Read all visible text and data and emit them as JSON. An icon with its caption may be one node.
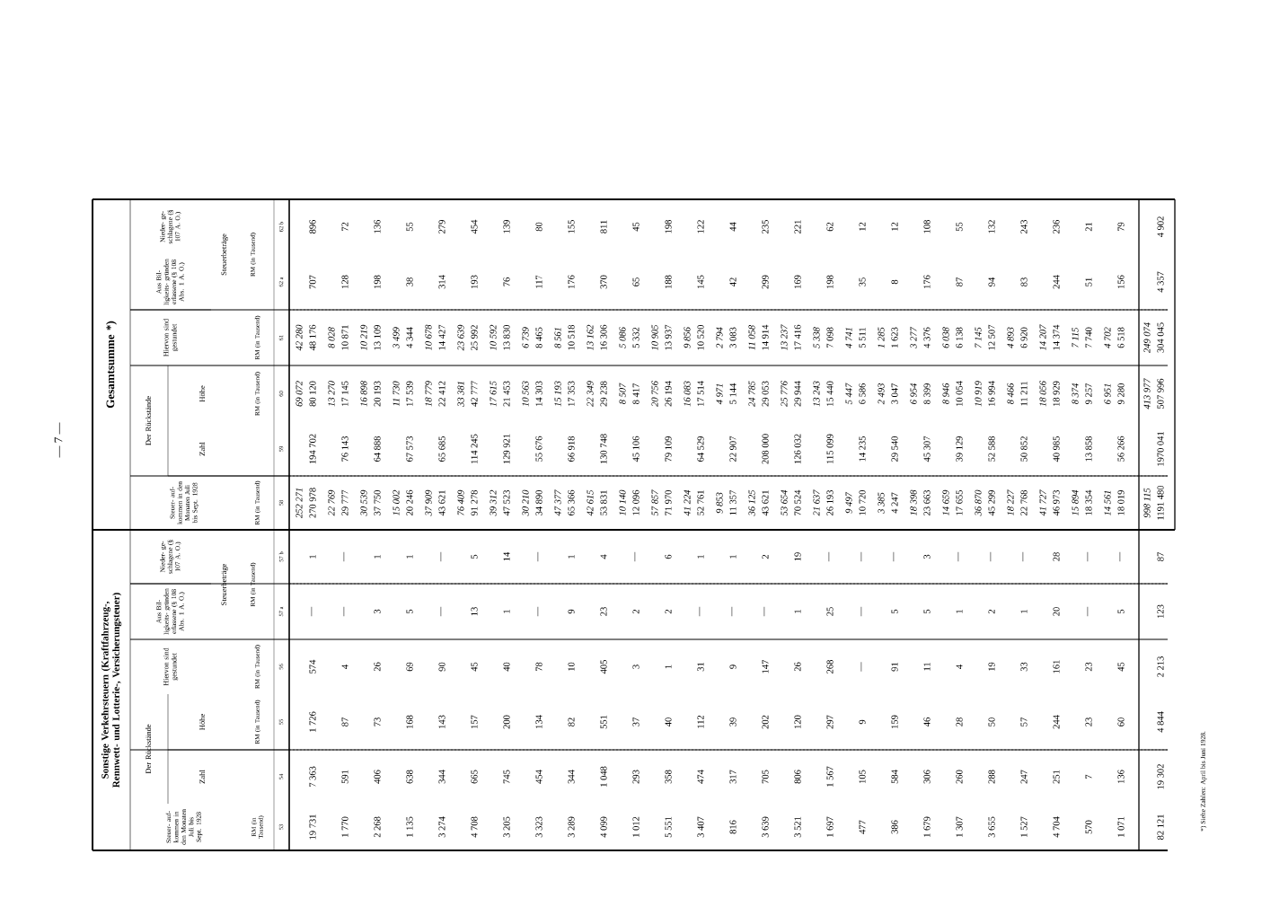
{
  "diagram": {
    "labels": [
      "— 7 —",
      "Sonstige Verkehrsteuern (Kraftfahrzeug-, Rennwett- und Lotterie-, Versicherungsteuer)",
      "Gesamtsumme *)",
      "Steuer- auf- kommen in den Monaten Juli bis Sept. 1928",
      "RM (in Tausend)",
      "Der Rückstände",
      "Zahl",
      "Höhe",
      "RM (in Tausend)",
      "Hiervon sind gestundet",
      "RM (in Tausend)",
      "Aus Bil- ligkeits- gründen erlassene (§ 108 Abs. 1 A. O.)",
      "Nieder- ge- schlagene (§ 107 A. O.)",
      "Steuerbeträge",
      "RM (in Tausend)",
      "53",
      "54",
      "55",
      "56",
      "57 a",
      "57 b",
      "Steuer- auf- kommen in den Monaten Juli bis Sept. 1928",
      "RM (in Tausend)",
      "Der Rückstände",
      "Zahl",
      "Höhe",
      "RM (in Tausend)",
      "Hiervon sind gestundet",
      "RM (in Tausend)",
      "Aus Bil- ligkeits- gründen erlassene (§ 108 Abs. 1 A. O.)",
      "Nieder- ge- schlagene (§ 107 A. O.)",
      "Steuerbeträge",
      "RM (in Tausend)",
      "58",
      "59",
      "60",
      "61",
      "62 a",
      "62 b",
      "19 731",
      "7 363",
      "1 726",
      "574",
      "—",
      "1",
      "252 271",
      "270 978",
      "194 702",
      "69 072",
      "80 120",
      "42 280",
      "48 176",
      "707",
      "896",
      "1 770",
      "591",
      "87",
      "4",
      "—",
      "—",
      "22 769",
      "29 777",
      "76 143",
      "13 270",
      "17 145",
      "8 028",
      "10 871",
      "128",
      "72",
      "2 268",
      "406",
      "73",
      "26",
      "3",
      "1",
      "30 539",
      "37 750",
      "64 888",
      "16 898",
      "20 193",
      "10 219",
      "13 109",
      "198",
      "136",
      "1 135",
      "638",
      "168",
      "69",
      "5",
      "1",
      "15 002",
      "20 246",
      "67 573",
      "11 730",
      "17 539",
      "3 499",
      "4 344",
      "38",
      "55",
      "3 274",
      "344",
      "143",
      "90",
      "—",
      "—",
      "37 909",
      "43 621",
      "65 685",
      "18 779",
      "22 412",
      "10 678",
      "14 427",
      "314",
      "279",
      "4 708",
      "665",
      "157",
      "45",
      "13",
      "5",
      "76 409",
      "91 278",
      "114 245",
      "33 381",
      "42 777",
      "23 639",
      "25 992",
      "193",
      "454",
      "3 205",
      "745",
      "200",
      "40",
      "1",
      "14",
      "39 312",
      "47 523",
      "129 921",
      "17 615",
      "21 453",
      "10 592",
      "13 830",
      "76",
      "139",
      "3 323",
      "454",
      "134",
      "78",
      "—",
      "—",
      "30 210",
      "34 890",
      "55 676",
      "10 563",
      "14 303",
      "6 739",
      "8 465",
      "117",
      "80",
      "3 289",
      "344",
      "82",
      "10",
      "9",
      "1",
      "47 377",
      "65 366",
      "66 918",
      "15 193",
      "17 353",
      "8 561",
      "10 518",
      "176",
      "155",
      "4 099",
      "1 048",
      "551",
      "405",
      "23",
      "4",
      "42 615",
      "53 831",
      "130 748",
      "22 349",
      "29 238",
      "13 162",
      "16 306",
      "370",
      "811",
      "1 012",
      "293",
      "37",
      "3",
      "2",
      "—",
      "10 140",
      "12 096",
      "45 106",
      "8 507",
      "8 417",
      "5 086",
      "5 332",
      "65",
      "45",
      "5 551",
      "358",
      "40",
      "1",
      "2",
      "6",
      "57 857",
      "71 970",
      "79 109",
      "20 756",
      "26 194",
      "10 905",
      "13 937",
      "188",
      "198",
      "3 407",
      "474",
      "112",
      "31",
      "—",
      "1",
      "41 224",
      "52 761",
      "64 529",
      "16 083",
      "17 514",
      "9 856",
      "10 520",
      "145",
      "122",
      "816",
      "317",
      "39",
      "9",
      "—",
      "1",
      "9 853",
      "11 357",
      "22 907",
      "4 971",
      "5 144",
      "2 794",
      "3 083",
      "42",
      "44",
      "3 639",
      "705",
      "202",
      "147",
      "—",
      "2",
      "36 125",
      "43 621",
      "208 000",
      "24 785",
      "29 053",
      "11 058",
      "14 914",
      "299",
      "235",
      "3 521",
      "806",
      "120",
      "26",
      "1",
      "19",
      "53 654",
      "70 524",
      "126 032",
      "25 776",
      "29 944",
      "13 237",
      "17 416",
      "169",
      "221",
      "1 697",
      "1 567",
      "297",
      "268",
      "25",
      "—",
      "21 637",
      "26 193",
      "115 099",
      "13 243",
      "15 440",
      "5 338",
      "7 098",
      "198",
      "62",
      "477",
      "105",
      "9",
      "—",
      "—",
      "—",
      "9 497",
      "10 720",
      "14 235",
      "5 447",
      "6 586",
      "4 741",
      "5 511",
      "35",
      "12",
      "386",
      "584",
      "159",
      "91",
      "5",
      "—",
      "3 385",
      "4 247",
      "29 540",
      "2 493",
      "3 047",
      "1 285",
      "1 623",
      "8",
      "12",
      "1 679",
      "306",
      "46",
      "11",
      "5",
      "3",
      "18 398",
      "23 663",
      "45 307",
      "6 954",
      "8 399",
      "3 277",
      "4 376",
      "176",
      "108",
      "1 307",
      "260",
      "28",
      "4",
      "1",
      "—",
      "14 659",
      "17 655",
      "39 129",
      "8 946",
      "10 054",
      "6 038",
      "6 138",
      "87",
      "55",
      "3 655",
      "288",
      "50",
      "19",
      "2",
      "—",
      "36 870",
      "45 299",
      "52 588",
      "10 919",
      "16 994",
      "7 145",
      "12 507",
      "94",
      "132",
      "1 527",
      "247",
      "57",
      "33",
      "1",
      "—",
      "18 227",
      "22 768",
      "50 852",
      "8 466",
      "11 211",
      "4 893",
      "6 920",
      "83",
      "243",
      "4 704",
      "251",
      "244",
      "161",
      "20",
      "28",
      "41 727",
      "46 973",
      "40 985",
      "18 056",
      "18 929",
      "14 207",
      "14 374",
      "244",
      "236",
      "570",
      "7",
      "23",
      "23",
      "—",
      "—",
      "15 894",
      "18 354",
      "13 858",
      "8 374",
      "9 257",
      "7 115",
      "7 740",
      "51",
      "21",
      "1 071",
      "136",
      "60",
      "45",
      "5",
      "—",
      "14 561",
      "18 019",
      "56 266",
      "6 951",
      "9 280",
      "4 702",
      "6 518",
      "156",
      "79",
      "82 121",
      "19 302",
      "4 844",
      "2 213",
      "123",
      "87",
      "998 115",
      "1191 480",
      "1970 041",
      "413 977",
      "507 996",
      "249 074",
      "304 045",
      "4 357",
      "4 902",
      "*) Siehe Zahlen: April bis Juni 1928."
    ]
  }
}
